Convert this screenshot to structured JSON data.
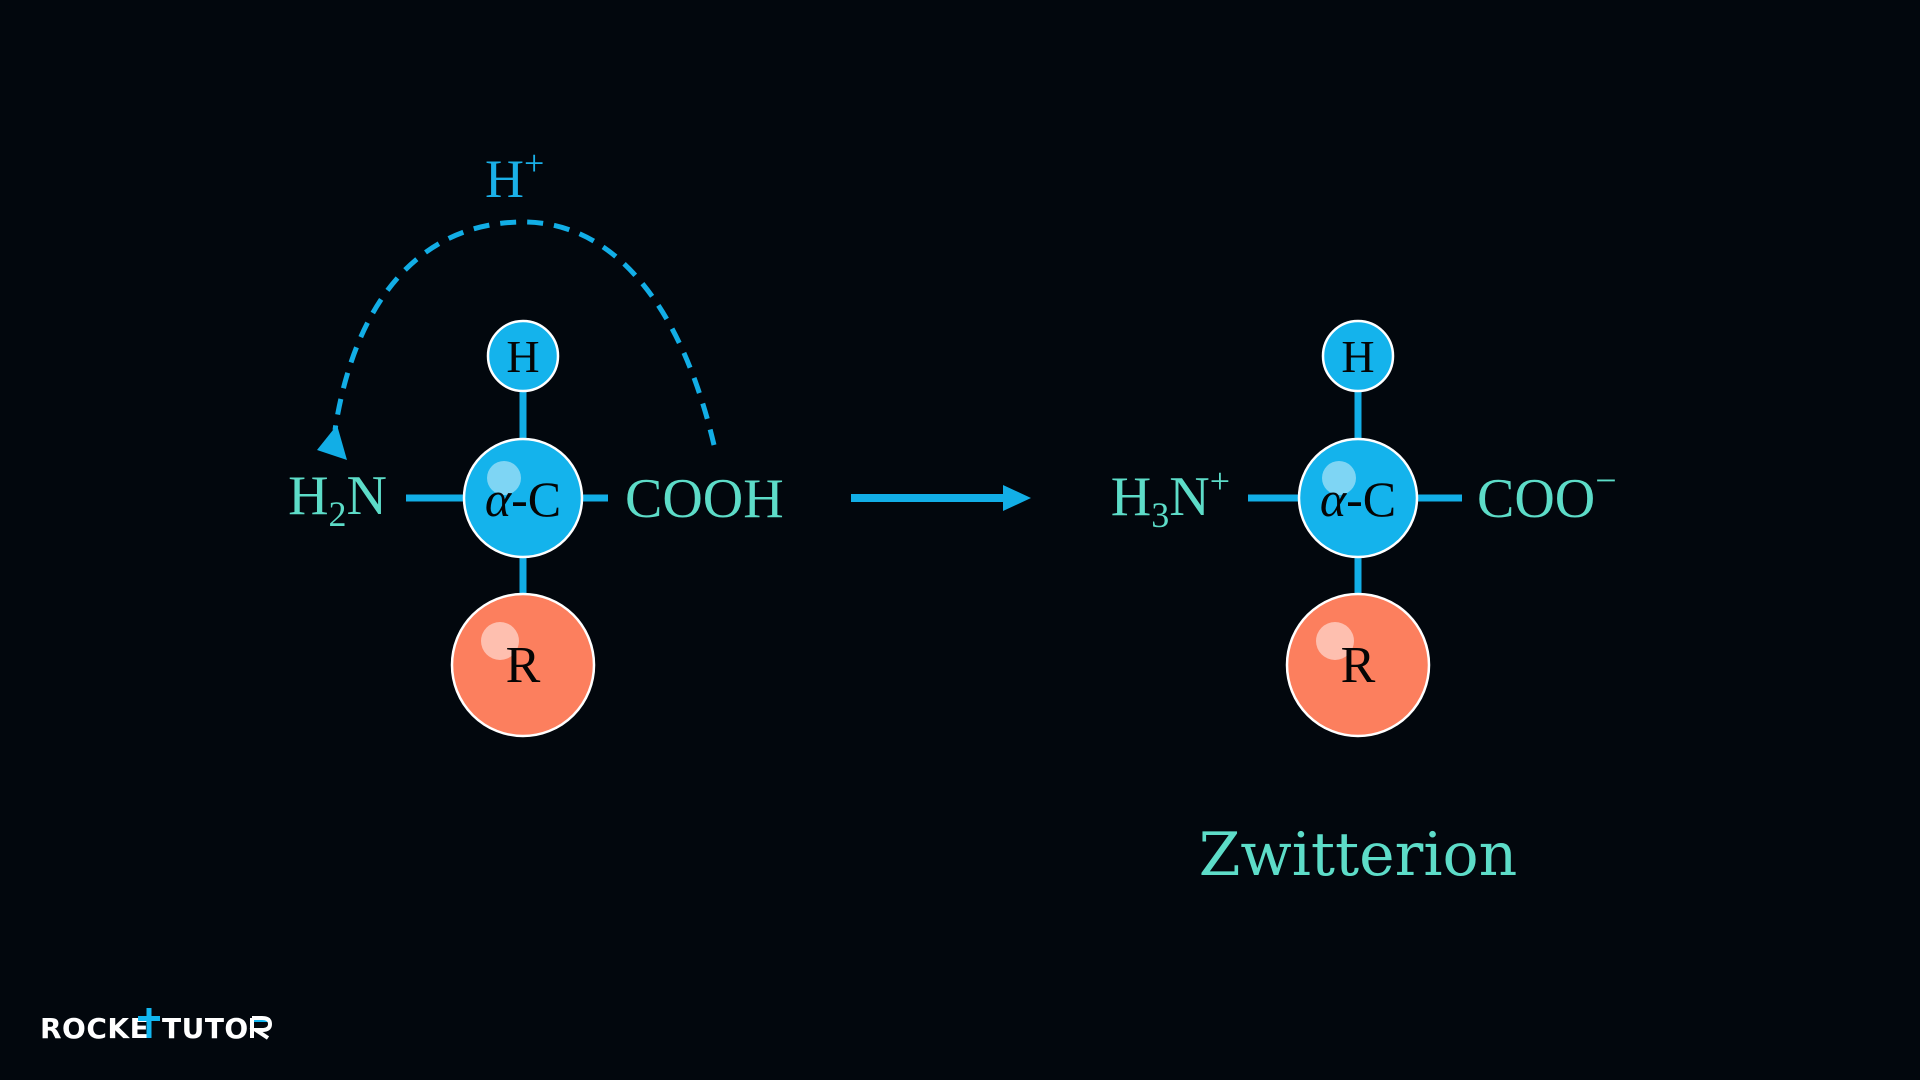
{
  "colors": {
    "background": "#02070d",
    "bond": "#12aee6",
    "atom_blue": "#14b3ec",
    "atom_r": "#fc7f5e",
    "label_teal": "#5ddcc8",
    "proton_label": "#1ab0e8",
    "atom_stroke": "#ffffff",
    "atom_text": "#050505",
    "logo_white": "#ffffff",
    "logo_accent": "#11b6f0"
  },
  "reactant": {
    "top_atom": "H",
    "center_atom_greek": "α",
    "center_atom_suffix": "-C",
    "side_atom": "R",
    "left_group": {
      "main": "H",
      "sub": "2",
      "tail": "N"
    },
    "right_group": {
      "main": "COOH"
    }
  },
  "proton_transfer": {
    "main": "H",
    "sup": "+"
  },
  "product": {
    "top_atom": "H",
    "center_atom_greek": "α",
    "center_atom_suffix": "-C",
    "side_atom": "R",
    "left_group": {
      "main": "H",
      "sub": "3",
      "tail": "N",
      "sup": "+"
    },
    "right_group": {
      "main": "COO",
      "sup": "−"
    },
    "caption": "Zwitterion"
  },
  "logo": {
    "part1": "ROCKE",
    "part2": "TUTO"
  }
}
